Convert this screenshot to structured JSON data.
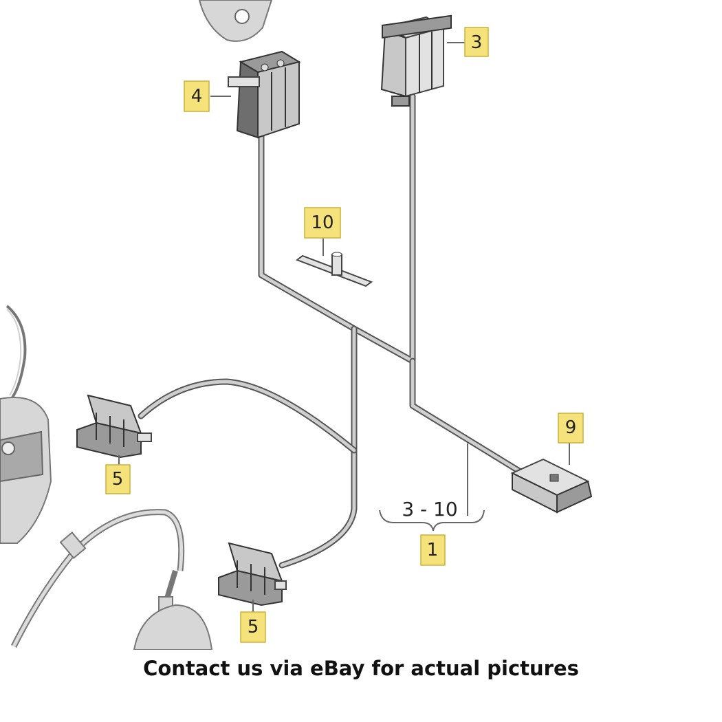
{
  "callouts": {
    "c3": "3",
    "c4": "4",
    "c10": "10",
    "c5a": "5",
    "c9": "9",
    "c1": "1",
    "c5b": "5"
  },
  "range_label": "3 - 10",
  "footer_note": "Contact us via eBay for actual pictures",
  "colors": {
    "callout_fill": "#f6e27a",
    "wire": "#555555"
  }
}
